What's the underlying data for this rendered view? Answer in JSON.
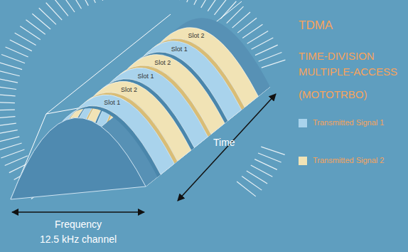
{
  "diagram": {
    "title": "TDMA",
    "nodes": [
      {
        "text": [
          "Slot 1"
        ]
      },
      {
        "text": [
          "Slot 2"
        ]
      },
      {
        "text": [
          "Slot 1"
        ]
      },
      {
        "text": [
          "Slot 2"
        ]
      },
      {
        "text": [
          "Slot 1"
        ]
      },
      {
        "text": [
          "Slot 2"
        ]
      }
    ],
    "labels": [
      "TIME-DIVISION MULTIPLE-ACCESS",
      "(MOTOTRBO)",
      "Time",
      "Frequency",
      "12.5 kHz channel"
    ],
    "legend": [
      {
        "text": "Transmitted Signal 1",
        "color": "#a9d3ec"
      },
      {
        "text": "Transmitted Signal 2",
        "color": "#f1e3b5"
      }
    ]
  }
}
